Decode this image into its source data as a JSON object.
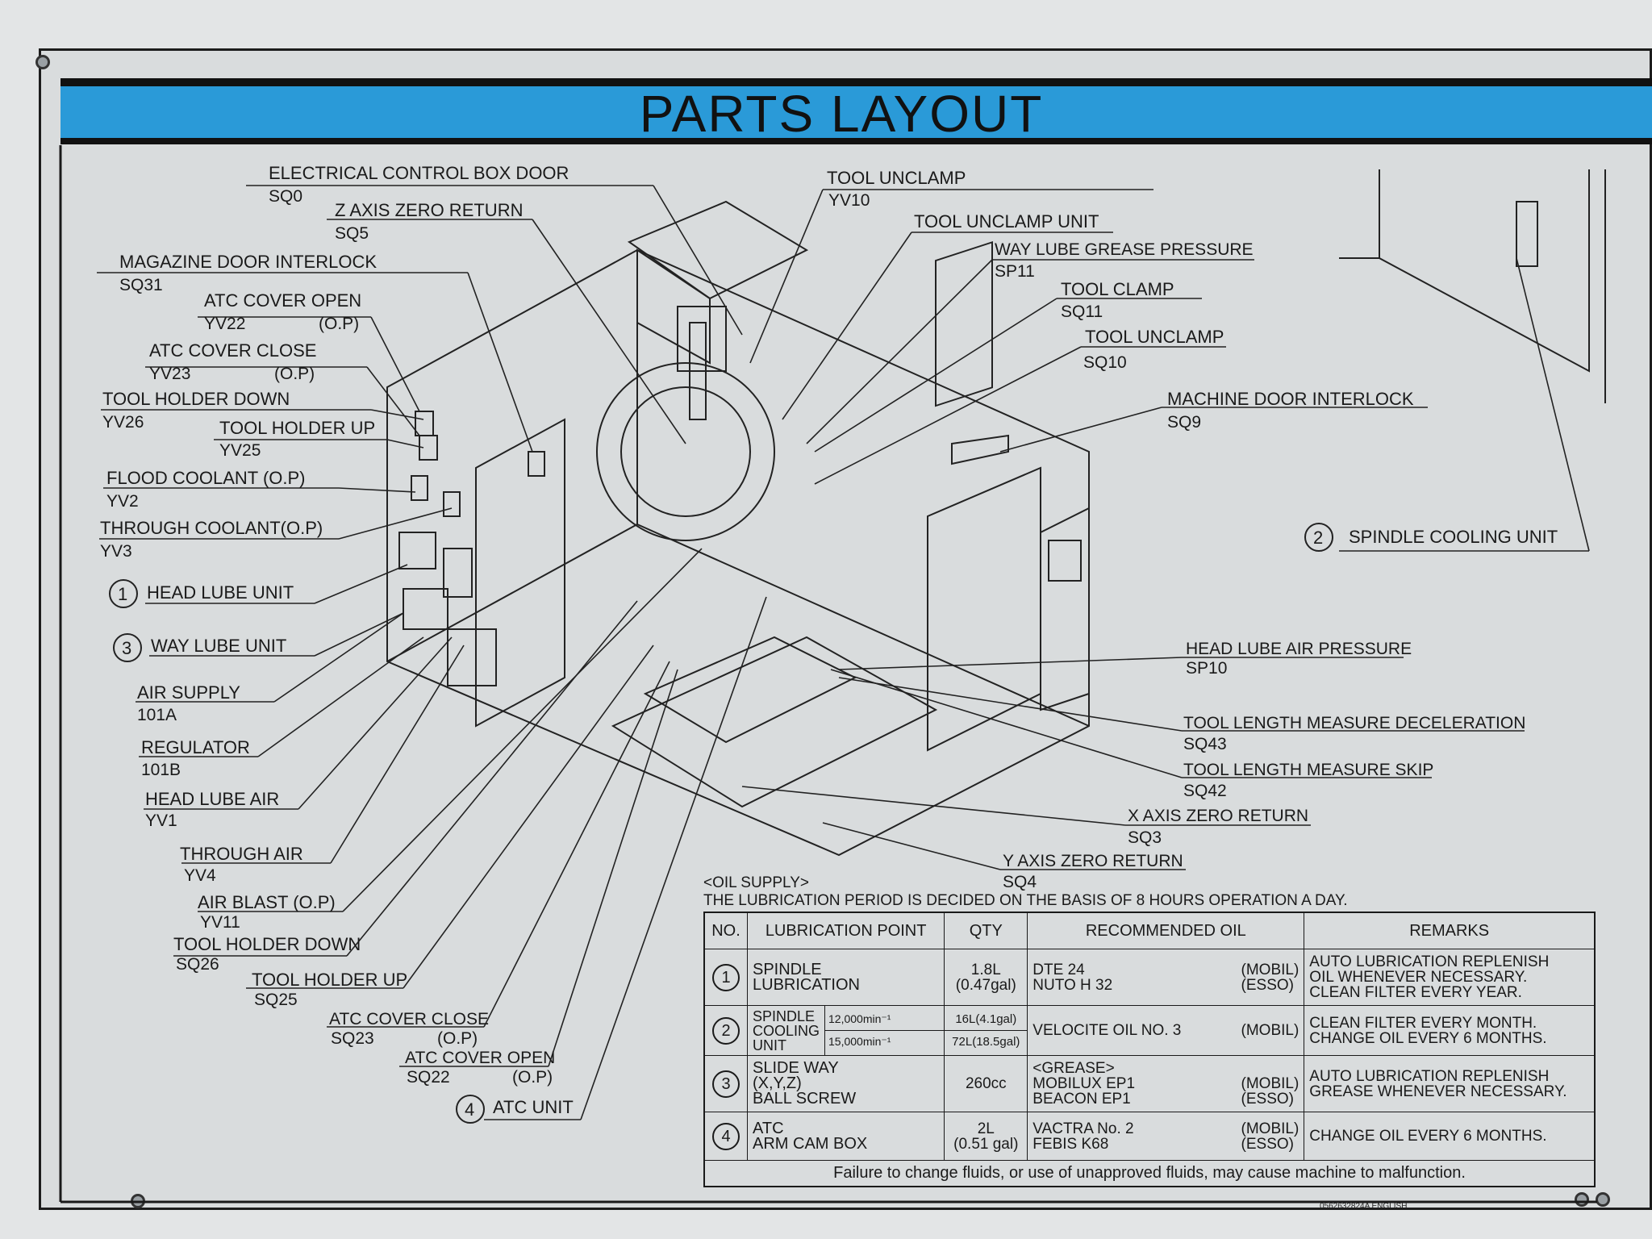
{
  "title": "PARTS LAYOUT",
  "labels_left": [
    {
      "name": "ELECTRICAL CONTROL BOX DOOR",
      "code": "SQ0"
    },
    {
      "name": "Z AXIS ZERO RETURN",
      "code": "SQ5"
    },
    {
      "name": "MAGAZINE DOOR INTERLOCK",
      "code": "SQ31"
    },
    {
      "name": "ATC COVER OPEN",
      "code": "YV22",
      "note": "(O.P)"
    },
    {
      "name": "ATC COVER CLOSE",
      "code": "YV23",
      "note": "(O.P)"
    },
    {
      "name": "TOOL HOLDER DOWN",
      "code": "YV26"
    },
    {
      "name": "TOOL HOLDER UP",
      "code": "YV25"
    },
    {
      "name": "FLOOD COOLANT (O.P)",
      "code": "YV2"
    },
    {
      "name": "THROUGH COOLANT(O.P)",
      "code": "YV3"
    },
    {
      "name": "HEAD LUBE UNIT",
      "num": "1"
    },
    {
      "name": "WAY LUBE UNIT",
      "num": "3"
    },
    {
      "name": "AIR SUPPLY",
      "code": "101A"
    },
    {
      "name": "REGULATOR",
      "code": "101B"
    },
    {
      "name": "HEAD LUBE AIR",
      "code": "YV1"
    },
    {
      "name": "THROUGH AIR",
      "code": "YV4"
    },
    {
      "name": "AIR BLAST (O.P)",
      "code": "YV11"
    },
    {
      "name": "TOOL HOLDER DOWN",
      "code": "SQ26"
    },
    {
      "name": "TOOL HOLDER UP",
      "code": "SQ25"
    },
    {
      "name": "ATC COVER CLOSE",
      "code": "SQ23",
      "note": "(O.P)"
    },
    {
      "name": "ATC COVER OPEN",
      "code": "SQ22",
      "note": "(O.P)"
    },
    {
      "name": "ATC UNIT",
      "num": "4"
    }
  ],
  "labels_right": [
    {
      "name": "TOOL UNCLAMP",
      "code": "YV10"
    },
    {
      "name": "TOOL UNCLAMP UNIT"
    },
    {
      "name": "WAY LUBE GREASE PRESSURE",
      "code": "SP11"
    },
    {
      "name": "TOOL CLAMP",
      "code": "SQ11"
    },
    {
      "name": "TOOL UNCLAMP",
      "code": "SQ10"
    },
    {
      "name": "MACHINE DOOR INTERLOCK",
      "code": "SQ9"
    },
    {
      "name": "SPINDLE COOLING UNIT",
      "num": "2"
    },
    {
      "name": "HEAD LUBE AIR PRESSURE",
      "code": "SP10"
    },
    {
      "name": "TOOL LENGTH MEASURE DECELERATION",
      "code": "SQ43"
    },
    {
      "name": "TOOL LENGTH MEASURE SKIP",
      "code": "SQ42"
    },
    {
      "name": "X AXIS ZERO RETURN",
      "code": "SQ3"
    },
    {
      "name": "Y AXIS ZERO RETURN",
      "code": "SQ4"
    }
  ],
  "oil_supply": {
    "heading": "<OIL SUPPLY>",
    "note": "THE LUBRICATION PERIOD IS DECIDED ON THE BASIS OF 8 HOURS OPERATION A DAY.",
    "columns": [
      "NO.",
      "LUBRICATION POINT",
      "QTY",
      "RECOMMENDED OIL",
      "REMARKS"
    ],
    "rows": [
      {
        "no": "1",
        "point": [
          "SPINDLE",
          "LUBRICATION"
        ],
        "qty": [
          "1.8L",
          "(0.47gal)"
        ],
        "oil": [
          [
            "DTE 24",
            "(MOBIL)"
          ],
          [
            "NUTO H 32",
            "(ESSO)"
          ]
        ],
        "remarks": [
          "AUTO LUBRICATION REPLENISH",
          "OIL WHENEVER NECESSARY.",
          "CLEAN FILTER EVERY YEAR."
        ]
      },
      {
        "no": "2",
        "point": [
          "SPINDLE",
          "COOLING",
          "UNIT"
        ],
        "speeds": [
          "12,000min⁻¹",
          "15,000min⁻¹"
        ],
        "qty": [
          "16L(4.1gal)",
          "72L(18.5gal)"
        ],
        "oil": [
          [
            "VELOCITE OIL NO. 3",
            "(MOBIL)"
          ]
        ],
        "remarks": [
          "CLEAN FILTER EVERY MONTH.",
          "CHANGE OIL EVERY 6 MONTHS."
        ]
      },
      {
        "no": "3",
        "point": [
          "SLIDE WAY",
          "(X,Y,Z)",
          "BALL SCREW"
        ],
        "qty": [
          "260cc"
        ],
        "oil": [
          [
            "<GREASE>",
            ""
          ],
          [
            "MOBILUX EP1",
            "(MOBIL)"
          ],
          [
            "BEACON EP1",
            "(ESSO)"
          ]
        ],
        "remarks": [
          "AUTO LUBRICATION REPLENISH",
          "GREASE WHENEVER NECESSARY."
        ]
      },
      {
        "no": "4",
        "point": [
          "ATC",
          "ARM CAM BOX"
        ],
        "qty": [
          "2L",
          "(0.51 gal)"
        ],
        "oil": [
          [
            "VACTRA No. 2",
            "(MOBIL)"
          ],
          [
            "FEBIS K68",
            "(ESSO)"
          ]
        ],
        "remarks": [
          "CHANGE OIL EVERY 6 MONTHS."
        ]
      }
    ],
    "footer": "Failure to change fluids, or use of unapproved fluids, may cause machine to malfunction."
  },
  "serial": "0562632824A   ENGLISH"
}
